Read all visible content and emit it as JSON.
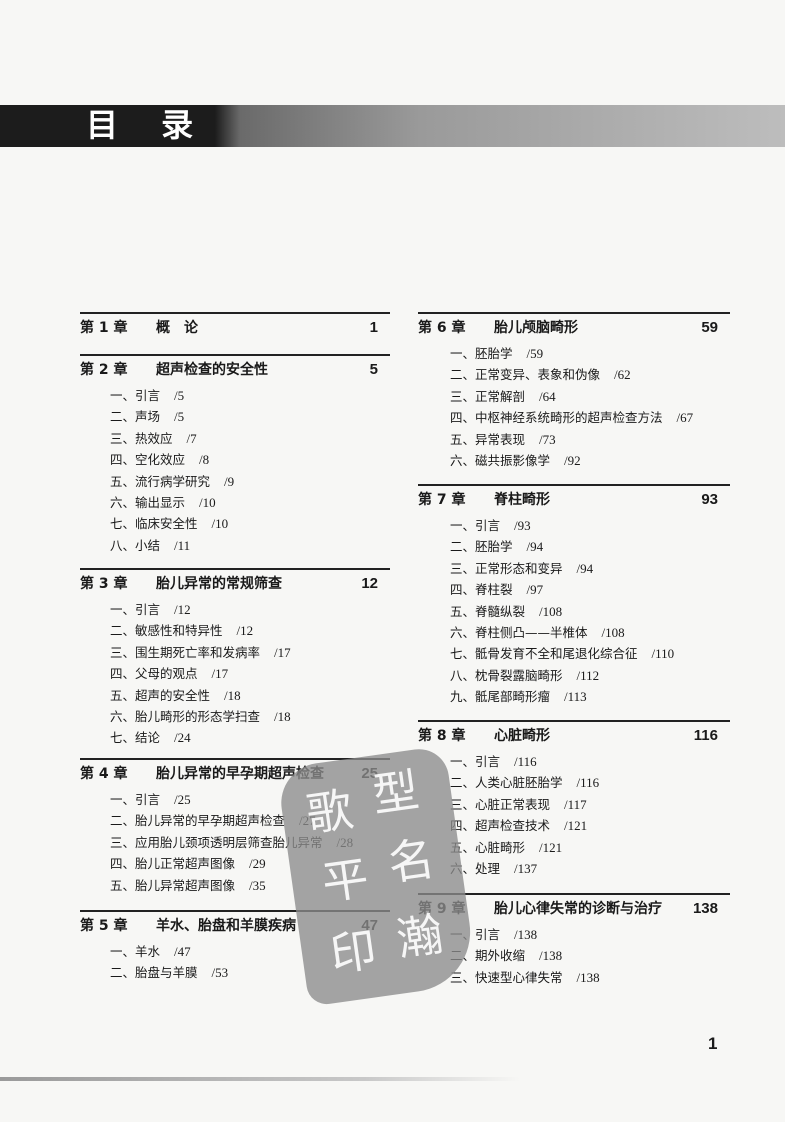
{
  "header": {
    "title": "目 录"
  },
  "left_column": [
    {
      "chapter": "第 1 章",
      "title": "概　论",
      "page": "1",
      "sections": []
    },
    {
      "chapter": "第 2 章",
      "title": "超声检查的安全性",
      "page": "5",
      "sections": [
        {
          "label": "一、引言",
          "page": "/5"
        },
        {
          "label": "二、声场",
          "page": "/5"
        },
        {
          "label": "三、热效应",
          "page": "/7"
        },
        {
          "label": "四、空化效应",
          "page": "/8"
        },
        {
          "label": "五、流行病学研究",
          "page": "/9"
        },
        {
          "label": "六、输出显示",
          "page": "/10"
        },
        {
          "label": "七、临床安全性",
          "page": "/10"
        },
        {
          "label": "八、小结",
          "page": "/11"
        }
      ]
    },
    {
      "chapter": "第 3 章",
      "title": "胎儿异常的常规筛查",
      "page": "12",
      "sections": [
        {
          "label": "一、引言",
          "page": "/12"
        },
        {
          "label": "二、敏感性和特异性",
          "page": "/12"
        },
        {
          "label": "三、围生期死亡率和发病率",
          "page": "/17"
        },
        {
          "label": "四、父母的观点",
          "page": "/17"
        },
        {
          "label": "五、超声的安全性",
          "page": "/18"
        },
        {
          "label": "六、胎儿畸形的形态学扫查",
          "page": "/18"
        },
        {
          "label": "七、结论",
          "page": "/24"
        }
      ]
    },
    {
      "chapter": "第 4 章",
      "title": "胎儿异常的早孕期超声检查",
      "page": "25",
      "sections": [
        {
          "label": "一、引言",
          "page": "/25"
        },
        {
          "label": "二、胎儿异常的早孕期超声检查",
          "page": "/27"
        },
        {
          "label": "三、应用胎儿颈项透明层筛查胎儿异常",
          "page": "/28"
        },
        {
          "label": "四、胎儿正常超声图像",
          "page": "/29"
        },
        {
          "label": "五、胎儿异常超声图像",
          "page": "/35"
        }
      ]
    },
    {
      "chapter": "第 5 章",
      "title": "羊水、胎盘和羊膜疾病",
      "page": "47",
      "sections": [
        {
          "label": "一、羊水",
          "page": "/47"
        },
        {
          "label": "二、胎盘与羊膜",
          "page": "/53"
        }
      ]
    }
  ],
  "right_column": [
    {
      "chapter": "第 6 章",
      "title": "胎儿颅脑畸形",
      "page": "59",
      "sections": [
        {
          "label": "一、胚胎学",
          "page": "/59"
        },
        {
          "label": "二、正常变异、表象和伪像",
          "page": "/62"
        },
        {
          "label": "三、正常解剖",
          "page": "/64"
        },
        {
          "label": "四、中枢神经系统畸形的超声检查方法",
          "page": "/67"
        },
        {
          "label": "五、异常表现",
          "page": "/73"
        },
        {
          "label": "六、磁共振影像学",
          "page": "/92"
        }
      ]
    },
    {
      "chapter": "第 7 章",
      "title": "脊柱畸形",
      "page": "93",
      "sections": [
        {
          "label": "一、引言",
          "page": "/93"
        },
        {
          "label": "二、胚胎学",
          "page": "/94"
        },
        {
          "label": "三、正常形态和变异",
          "page": "/94"
        },
        {
          "label": "四、脊柱裂",
          "page": "/97"
        },
        {
          "label": "五、脊髓纵裂",
          "page": "/108"
        },
        {
          "label": "六、脊柱侧凸——半椎体",
          "page": "/108"
        },
        {
          "label": "七、骶骨发育不全和尾退化综合征",
          "page": "/110"
        },
        {
          "label": "八、枕骨裂露脑畸形",
          "page": "/112"
        },
        {
          "label": "九、骶尾部畸形瘤",
          "page": "/113"
        }
      ]
    },
    {
      "chapter": "第 8 章",
      "title": "心脏畸形",
      "page": "116",
      "sections": [
        {
          "label": "一、引言",
          "page": "/116"
        },
        {
          "label": "二、人类心脏胚胎学",
          "page": "/116"
        },
        {
          "label": "三、心脏正常表现",
          "page": "/117"
        },
        {
          "label": "四、超声检查技术",
          "page": "/121"
        },
        {
          "label": "五、心脏畸形",
          "page": "/121"
        },
        {
          "label": "六、处理",
          "page": "/137"
        }
      ]
    },
    {
      "chapter": "第 9 章",
      "title": "胎儿心律失常的诊断与治疗",
      "page": "138",
      "sections": [
        {
          "label": "一、引言",
          "page": "/138"
        },
        {
          "label": "二、期外收缩",
          "page": "/138"
        },
        {
          "label": "三、快速型心律失常",
          "page": "/138"
        }
      ]
    }
  ],
  "folio": "1"
}
